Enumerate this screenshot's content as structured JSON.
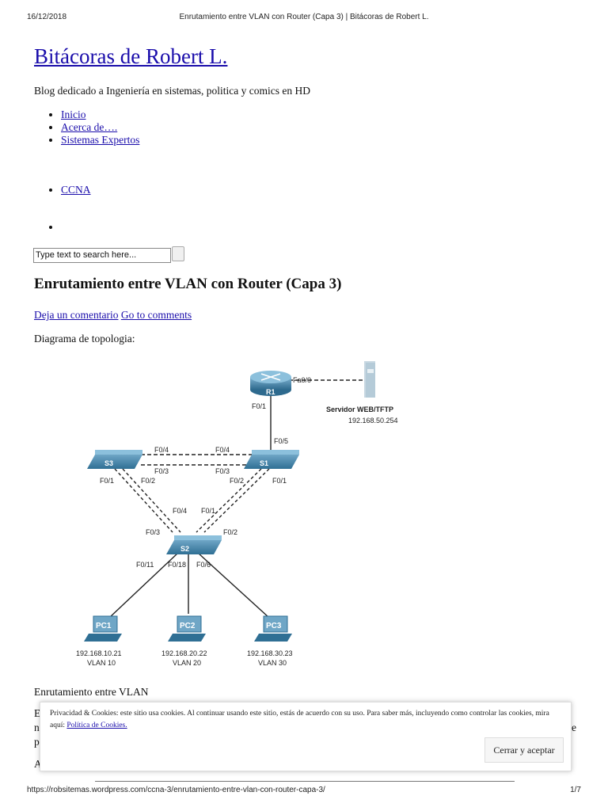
{
  "print_header": {
    "date": "16/12/2018",
    "title": "Enrutamiento entre VLAN con Router (Capa 3) | Bitácoras de Robert L."
  },
  "site": {
    "title": "Bitácoras de Robert L.",
    "tagline": "Blog dedicado a Ingeniería en sistemas, politica y comics en HD"
  },
  "nav": {
    "items": [
      "Inicio",
      "Acerca de….",
      "Sistemas Expertos"
    ],
    "ccna": "CCNA"
  },
  "search": {
    "placeholder": "Type text to search here..."
  },
  "post": {
    "title": "Enrutamiento entre VLAN con Router (Capa 3)",
    "comment_link": "Deja un comentario",
    "comments_link": "Go to comments",
    "intro": "Diagrama de topologia:",
    "section": "Enrutamiento entre VLAN",
    "frag_e": "E",
    "frag_n": "n",
    "frag_p": "p",
    "frag_a": "A",
    "frag_right": "e"
  },
  "diagram": {
    "labels": {
      "r1": "R1",
      "s1": "S1",
      "s2": "S2",
      "s3": "S3",
      "fa00": "Fa0/0",
      "r1_f01": "F0/1",
      "s1_f05": "F0/5",
      "s3_f04": "F0/4",
      "s1_f04": "F0/4",
      "s3_f03": "F0/3",
      "s1_f03": "F0/3",
      "s3_f01": "F0/1",
      "s3_f02": "F0/2",
      "s1_f02": "F0/2",
      "s1_f01": "F0/1",
      "s2_f04": "F0/4",
      "s2_f01": "F0/1",
      "s2_f03": "F0/3",
      "s2_f02": "F0/2",
      "s2_f011": "F0/11",
      "s2_f018": "F0/18",
      "s2_f06": "F0/6",
      "server_name": "Servidor WEB/TFTP",
      "server_ip": "192.168.50.254",
      "pc1": "PC1",
      "pc2": "PC2",
      "pc3": "PC3",
      "pc1_ip": "192.168.10.21",
      "pc1_vlan": "VLAN 10",
      "pc2_ip": "192.168.20.22",
      "pc2_vlan": "VLAN 20",
      "pc3_ip": "192.168.30.23",
      "pc3_vlan": "VLAN 30"
    }
  },
  "cookie": {
    "text": "Privacidad & Cookies: este sitio usa cookies. Al continuar usando este sitio, estás de acuerdo con su uso. Para saber más, incluyendo como controlar las cookies, mira aquí:",
    "link": "Política de Cookies.",
    "button": "Cerrar y aceptar"
  },
  "print_footer": {
    "url": "https://robsitemas.wordpress.com/ccna-3/enrutamiento-entre-vlan-con-router-capa-3/",
    "page": "1/7"
  }
}
